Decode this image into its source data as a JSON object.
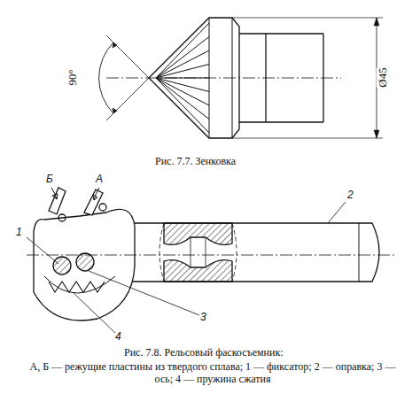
{
  "diagram": {
    "labels": [
      "90°",
      "Ø45",
      "Рис. 7.7. Зенковка",
      "Б",
      "А",
      "1",
      "2",
      "3",
      "4",
      "Рис. 7.8. Рельсовый фаскосъемник:",
      "А, Б — режущие пластины из твердого сплава; 1 — фиксатор; 2 — оправка; 3 — ось; 4 — пружина сжатия"
    ]
  }
}
